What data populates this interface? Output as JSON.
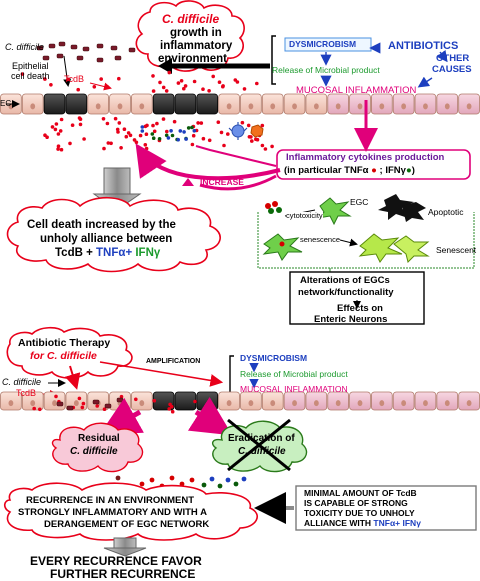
{
  "top_cloud": {
    "line1": "C. difficile",
    "line2": "growth in",
    "line3": "inflammatory",
    "line4": "environment"
  },
  "labels": {
    "c_difficile": "C. difficile",
    "epithelial_line1": "Epithelial",
    "epithelial_line2": "cell death",
    "tcdb": "TcdB",
    "ec": "EC",
    "dysmicrobism": "DYSMICROBISM",
    "antibiotics": "ANTIBIOTICS",
    "other_causes_1": "OTHER",
    "other_causes_2": "CAUSES",
    "release": "Release of Microbial product",
    "mucosal": "MUCOSAL INFLAMMATION",
    "cytokines_line1": "Inflammatory cytokines production",
    "cytokines_line2_prefix": "(in particular TNF",
    "cytokines_alpha": "α",
    "cytokines_sep": " ; IFN",
    "cytokines_gamma": "γ",
    "cytokines_close": ")",
    "increase": "INCREASE"
  },
  "cell_death_cloud": {
    "line1": "Cell death increased by the",
    "line2": "unholy alliance between",
    "line3_tcdb": "TcdB + ",
    "line3_tnf": "TNFα+",
    "line3_ifn": " IFNγ"
  },
  "egc_panel": {
    "egc": "EGC",
    "apoptotic": "Apoptotic",
    "cytotoxicity": "cytotoxicity",
    "senescence": "senescence",
    "senescent": "Senescent"
  },
  "alterations_box": {
    "line1": "Alterations of EGCs",
    "line2": "network/functionality",
    "line3": "Effects on",
    "line4": "Enteric Neurons"
  },
  "bottom": {
    "antibiotic_line1": "Antibiotic Therapy",
    "antibiotic_line2": "for C. difficile",
    "amplification": "AMPLIFICATION",
    "c_difficile": "C. difficile",
    "tcdb": "TcdB",
    "dysmicrobism": "DYSMICROBISM",
    "release": "Release of Microbial product",
    "mucosal": "MUCOSAL INFLAMMATION",
    "residual_line1": "Residual",
    "residual_line2": "C. difficile",
    "eradication_line1": "Eradication of",
    "eradication_line2": "C. difficile",
    "recurrence_line1": "RECURRENCE IN AN ENVIRONMENT",
    "recurrence_line2": "STRONGLY INFLAMMATORY AND WITH A",
    "recurrence_line3": "DERANGEMENT OF EGC NETWORK",
    "minimal_line1": "MINIMAL AMOUNT OF TcdB",
    "minimal_line2": "IS CAPABLE OF STRONG",
    "minimal_line3": "TOXICITY DUE TO UNHOLY",
    "minimal_line4_prefix": "ALLIANCE  WITH ",
    "minimal_line4_tnf": "TNFα+ IFNγ",
    "final_line1": "EVERY RECURRENCE FAVOR",
    "final_line2": "FURTHER RECURRENCE"
  }
}
